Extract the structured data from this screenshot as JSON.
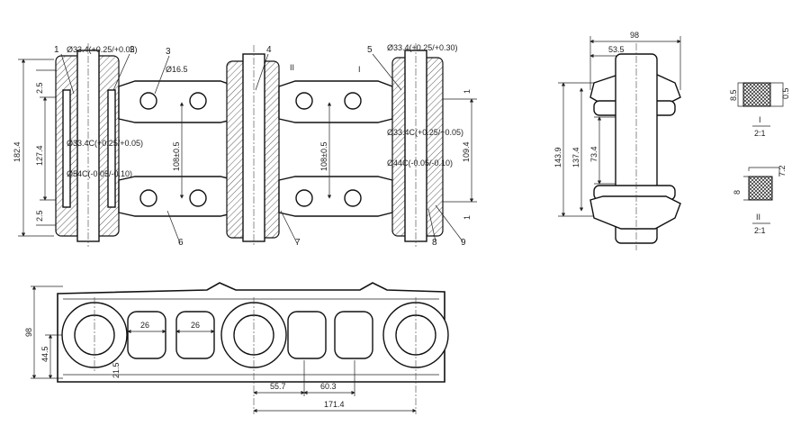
{
  "top_left_view": {
    "overall_height": "182.4",
    "link_height": "127.4",
    "end_gap_top": "2.5",
    "end_gap_bottom": "2.5",
    "pitch_inner_1": "108±0.5",
    "pitch_inner_2": "108±0.5",
    "pin_span": "109.4",
    "hole_dia": "Ø16.5",
    "bore_top_left": "Ø33.4(+0.25/+0.05)",
    "bore_mid_left": "Ø33.4C(+0.25/+0.05)",
    "bushing_left": "Ø54C(-0.05/-0.10)",
    "bore_top_right": "Ø33.4(+0.25/+0.30)",
    "bore_mid_right": "Ø33.4C(+0.25/+0.05)",
    "bushing_right": "Ø44C(-0.05/-0.10)",
    "section_mark_2": "II",
    "section_mark_1": "I",
    "callouts": [
      "1",
      "2",
      "3",
      "4",
      "5",
      "6",
      "7",
      "8",
      "9"
    ],
    "edge_marks": [
      "1",
      "1"
    ]
  },
  "side_view": {
    "width_total": "98",
    "width_half": "53.5",
    "height_outer": "143.9",
    "height_inner": "137.4",
    "height_center": "73.4"
  },
  "detail_views": {
    "detail_1_left": "8.5",
    "detail_1_right": "0.5",
    "detail_1_label": "I",
    "detail_1_scale": "2:1",
    "detail_2_top": "7.2",
    "detail_2_left": "8",
    "detail_2_label": "II",
    "detail_2_scale": "2:1"
  },
  "bottom_view": {
    "height_total": "98",
    "height_half": "44.5",
    "edge_small": "21.5",
    "slot_1": "26",
    "slot_2": "26",
    "pitch_a": "55.7",
    "pitch_b": "60.3",
    "pitch_total": "171.4"
  }
}
